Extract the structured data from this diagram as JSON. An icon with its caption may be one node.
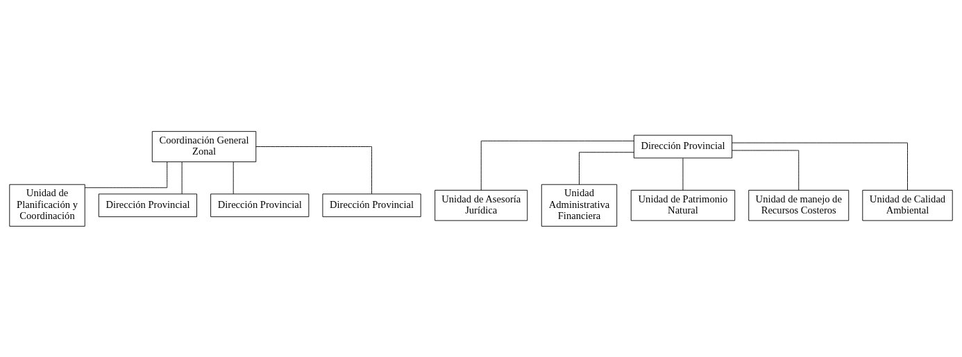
{
  "diagram": {
    "nodes": [
      {
        "text": [
          "Coordinación General Zonal"
        ]
      },
      {
        "text": [
          "Unidad de Planificación y Coordinación"
        ]
      },
      {
        "text": [
          "Dirección Provincial"
        ]
      },
      {
        "text": [
          "Dirección Provincial"
        ]
      },
      {
        "text": [
          "Dirección Provincial"
        ]
      },
      {
        "text": [
          "Dirección Provincial"
        ]
      },
      {
        "text": [
          "Unidad de Asesoría Jurídica"
        ]
      },
      {
        "text": [
          "Unidad Administrativa Financiera"
        ]
      },
      {
        "text": [
          "Unidad de Patrimonio Natural"
        ]
      },
      {
        "text": [
          "Unidad de manejo de Recursos Costeros"
        ]
      },
      {
        "text": [
          "Unidad de Calidad Ambiental"
        ]
      }
    ],
    "edges": [
      {
        "from": 0,
        "to": 1,
        "arrow": "none"
      },
      {
        "from": 0,
        "to": 2,
        "arrow": "none"
      },
      {
        "from": 0,
        "to": 3,
        "arrow": "none"
      },
      {
        "from": 0,
        "to": 4,
        "arrow": "none"
      },
      {
        "from": 5,
        "to": 6,
        "arrow": "none"
      },
      {
        "from": 5,
        "to": 7,
        "arrow": "none"
      },
      {
        "from": 5,
        "to": 8,
        "arrow": "none"
      },
      {
        "from": 5,
        "to": 9,
        "arrow": "none"
      },
      {
        "from": 5,
        "to": 10,
        "arrow": "none"
      }
    ]
  }
}
